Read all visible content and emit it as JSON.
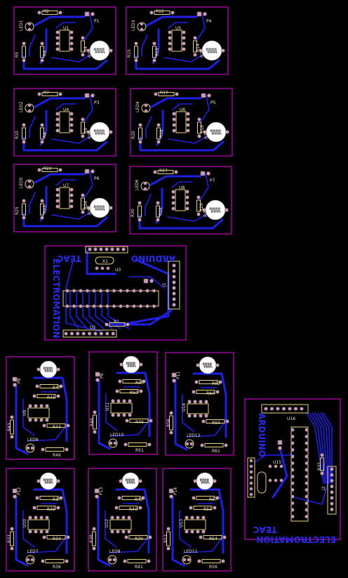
{
  "sensor_boards_top": [
    {
      "led": "LED1",
      "r_a": "R2",
      "r_b": "R5",
      "r_c": "R3",
      "r_d": "R4",
      "r_e": "R1",
      "ic": "U1",
      "conn": "P1"
    },
    {
      "led": "LED3",
      "r_a": "R12",
      "r_b": "R15",
      "r_c": "R13",
      "r_d": "R14",
      "r_e": "R11",
      "ic": "U5",
      "conn": "P4"
    },
    {
      "led": "LED2",
      "r_a": "R7",
      "r_b": "R10",
      "r_c": "R8",
      "r_d": "R9",
      "r_e": "R11",
      "ic": "U4",
      "conn": "P3"
    },
    {
      "led": "LED4",
      "r_a": "R17",
      "r_b": "R20",
      "r_c": "R18",
      "r_d": "R19",
      "r_e": "R21",
      "ic": "U6",
      "conn": "P5"
    },
    {
      "led": "LED5",
      "r_a": "R22",
      "r_b": "R25",
      "r_c": "R23",
      "r_d": "R24",
      "r_e": "R26",
      "ic": "U7",
      "conn": "P6"
    },
    {
      "led": "LED6",
      "r_a": "R27",
      "r_b": "R30",
      "r_c": "R28",
      "r_d": "R29",
      "r_e": "R31",
      "ic": "U8",
      "conn": "P7"
    }
  ],
  "arduino_board_main": {
    "title": "ARDUINO",
    "brand_a": "TEAC",
    "brand_b": "ELECTROMATION",
    "labels": [
      "U2",
      "U3",
      "R1",
      "X1",
      "J1"
    ]
  },
  "sensor_boards_bottom": [
    {
      "led": "LED9",
      "r": [
        "R47",
        "R45",
        "R44",
        "R46",
        "R43"
      ],
      "ic": "U9",
      "conn": "P8"
    },
    {
      "led": "LED10",
      "r": [
        "R50",
        "R50",
        "R49",
        "R51",
        "R48"
      ],
      "ic": "U11",
      "conn": "P9"
    },
    {
      "led": "LED12",
      "r": [
        "R62",
        "R60",
        "R59",
        "R61",
        "R56"
      ],
      "ic": "U14",
      "conn": "P11"
    },
    {
      "led": "LED7",
      "r": [
        "R37",
        "R35",
        "R34",
        "R36",
        "R33"
      ],
      "ic": "U10",
      "conn": "P12"
    },
    {
      "led": "LED8",
      "r": [
        "R42",
        "R40",
        "R39",
        "R41",
        "R38"
      ],
      "ic": "U12",
      "conn": "P13"
    },
    {
      "led": "LED11",
      "r": [
        "R57",
        "R55",
        "R54",
        "R56",
        "R53"
      ],
      "ic": "U13",
      "conn": "P14"
    }
  ],
  "arduino_board_side": {
    "title": "ARDUINO",
    "brand_a": "TEAC",
    "brand_b": "ELECTROMATION",
    "labels": [
      "U16",
      "R32",
      "J2",
      "U15"
    ]
  },
  "colors": {
    "outline": "#c000c0",
    "trace": "#1f1fe6",
    "silk": "#e8d37a",
    "pad": "#c9a0b8",
    "text": "#2a2af0"
  }
}
